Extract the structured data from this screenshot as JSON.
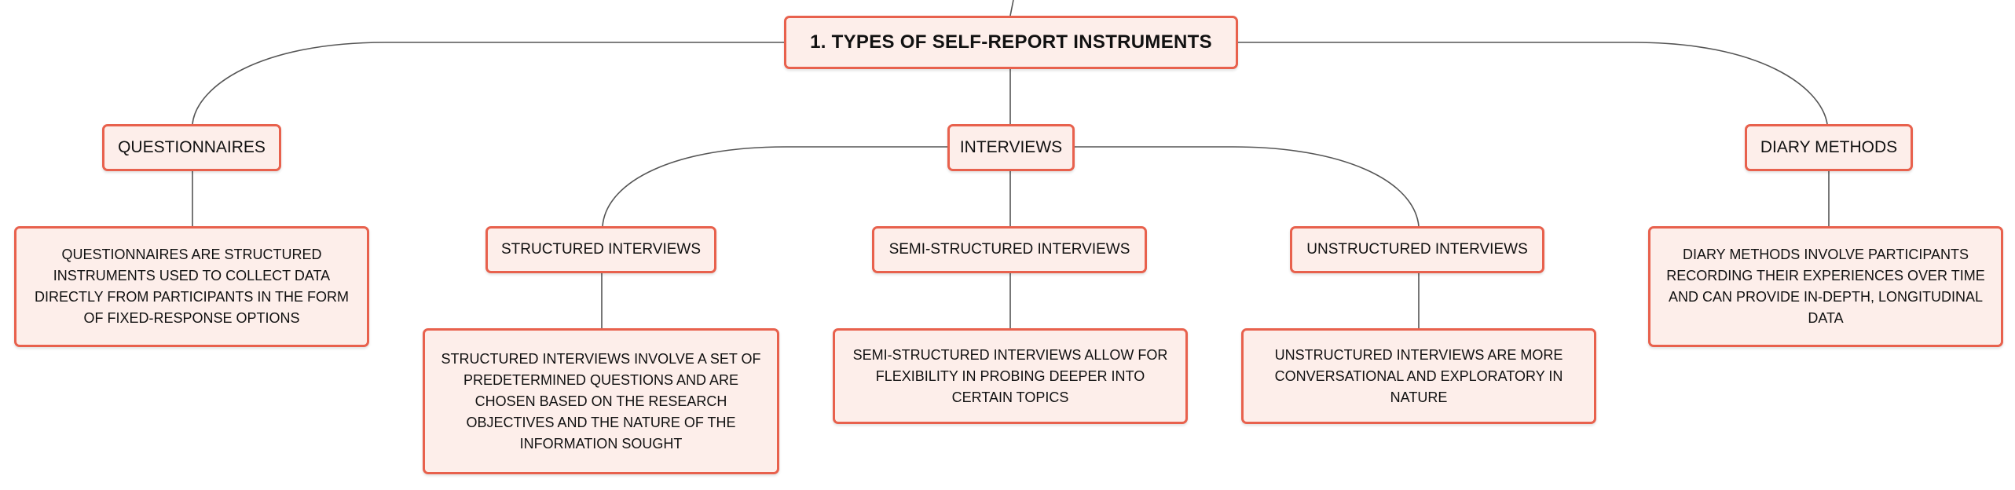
{
  "colors": {
    "node_fill": "#fdeeea",
    "node_border": "#e8614d",
    "connector": "#555555",
    "text": "#111111"
  },
  "root": {
    "label": "1. TYPES OF SELF-REPORT INSTRUMENTS"
  },
  "questionnaires": {
    "label": "QUESTIONNAIRES",
    "description": "QUESTIONNAIRES ARE STRUCTURED INSTRUMENTS USED TO COLLECT DATA DIRECTLY FROM PARTICIPANTS IN THE FORM OF FIXED-RESPONSE OPTIONS"
  },
  "interviews": {
    "label": "INTERVIEWS",
    "structured": {
      "label": "STRUCTURED INTERVIEWS",
      "description": "STRUCTURED INTERVIEWS INVOLVE A SET OF PREDETERMINED QUESTIONS AND ARE CHOSEN BASED ON THE RESEARCH OBJECTIVES AND THE NATURE OF THE INFORMATION SOUGHT"
    },
    "semi_structured": {
      "label": "SEMI-STRUCTURED INTERVIEWS",
      "description": "SEMI-STRUCTURED INTERVIEWS ALLOW FOR FLEXIBILITY IN PROBING DEEPER INTO CERTAIN TOPICS"
    },
    "unstructured": {
      "label": "UNSTRUCTURED INTERVIEWS",
      "description": "UNSTRUCTURED INTERVIEWS ARE MORE CONVERSATIONAL AND EXPLORATORY IN NATURE"
    }
  },
  "diary_methods": {
    "label": "DIARY METHODS",
    "description": "DIARY METHODS INVOLVE PARTICIPANTS RECORDING THEIR EXPERIENCES OVER TIME AND CAN PROVIDE IN-DEPTH, LONGITUDINAL DATA"
  }
}
